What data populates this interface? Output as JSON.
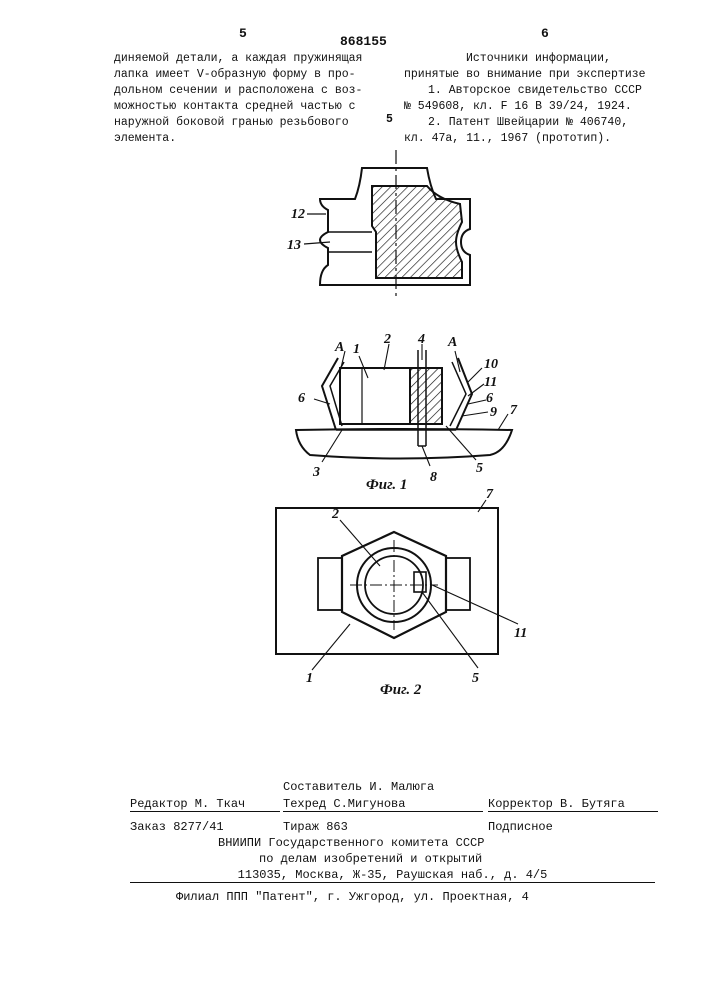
{
  "header": {
    "page_left": "5",
    "patent_number": "868155",
    "page_right": "6"
  },
  "left_column": {
    "lines": [
      "диняемой детали, а каждая пружинящая",
      "лапка имеет V-образную форму в про-",
      "дольном сечении и расположена с воз-",
      "можностью контакта средней частью с",
      "наружной боковой гранью резьбового",
      "элемента."
    ]
  },
  "margin_marker": "5",
  "right_column": {
    "heading": "Источники информации,",
    "lines": [
      "принятые во внимание при экспертизе",
      "1. Авторское свидетельство СССР",
      "№ 549608, кл. F 16 B 39/24, 1924.",
      "2. Патент Швейцарии № 406740,",
      "кл. 47а, 11., 1967 (прототип)."
    ]
  },
  "figures": {
    "top_labels": [
      "12",
      "13"
    ],
    "fig1_labels": [
      "1",
      "2",
      "4",
      "A",
      "A",
      "10",
      "11",
      "6",
      "6",
      "9",
      "7",
      "3",
      "8",
      "5"
    ],
    "fig1_caption": "Фиг. 1",
    "fig2_labels": [
      "2",
      "7",
      "1",
      "5",
      "11"
    ],
    "fig2_caption": "Фиг. 2"
  },
  "imprint": {
    "compiler": "Составитель  И. Малюга",
    "editor": "Редактор  М. Ткач",
    "techred": "Техред С.Мигунова",
    "corrector": "Корректор В. Бутяга",
    "order": "Заказ  8277/41",
    "circulation": "Тираж  863",
    "subscription": "Подписное",
    "org_line1": "ВНИИПИ Государственного комитета СССР",
    "org_line2": "по делам изобретений и открытий",
    "address": "113035, Москва, Ж-35, Раушская наб., д. 4/5",
    "branch": "Филиал ППП \"Патент\", г. Ужгород, ул. Проектная, 4"
  }
}
